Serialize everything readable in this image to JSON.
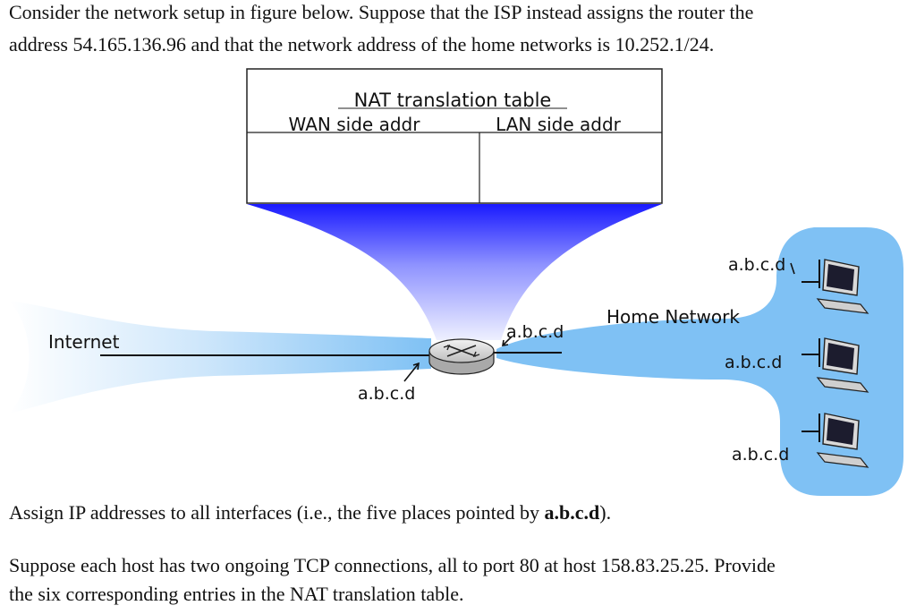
{
  "question": {
    "intro_line_1": "Consider the network setup in figure below. Suppose that the ISP instead assigns the router the",
    "intro_line_2": "address 54.165.136.96 and that the network address of the home networks is 10.252.1/24.",
    "assign_prefix": "Assign IP addresses to all interfaces (i.e., the five places pointed by ",
    "assign_bold": "a.b.c.d",
    "assign_suffix": ").",
    "ports_line_1": "Suppose each host has two ongoing TCP connections, all to port 80 at host 158.83.25.25. Provide",
    "ports_line_2": "the six corresponding entries in the NAT translation table."
  },
  "figure": {
    "nat_table_title": "NAT translation table",
    "wan_header": "WAN side addr",
    "lan_header": "LAN side addr",
    "internet_label": "Internet",
    "home_network_label": "Home Network",
    "router_wan_label": "a.b.c.d",
    "router_lan_label": "a.b.c.d",
    "host_1_label": "a.b.c.d",
    "host_2_label": "a.b.c.d",
    "host_3_label": "a.b.c.d"
  },
  "colors": {
    "home_cloud": "#7fc1f4",
    "router_fill": "#e0e0e0",
    "funnel_top": "#1a1aff",
    "funnel_bottom": "#dfe3ff"
  }
}
